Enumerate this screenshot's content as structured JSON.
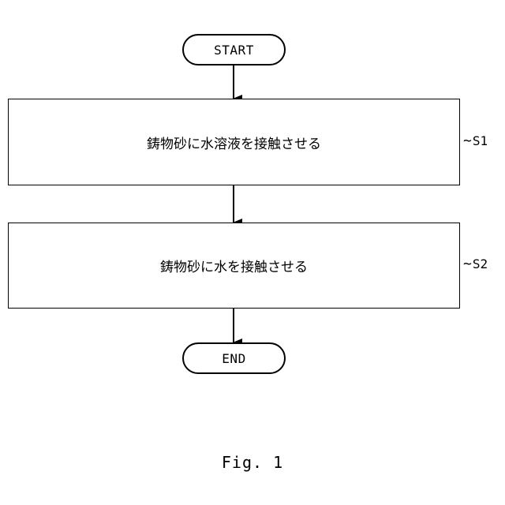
{
  "flowchart": {
    "start_label": "START",
    "end_label": "END",
    "steps": [
      {
        "text": "鋳物砂に水溶液を接触させる",
        "id": "S1",
        "marker": "~"
      },
      {
        "text": "鋳物砂に水を接触させる",
        "id": "S2",
        "marker": "~"
      }
    ]
  },
  "caption": "Fig. 1"
}
